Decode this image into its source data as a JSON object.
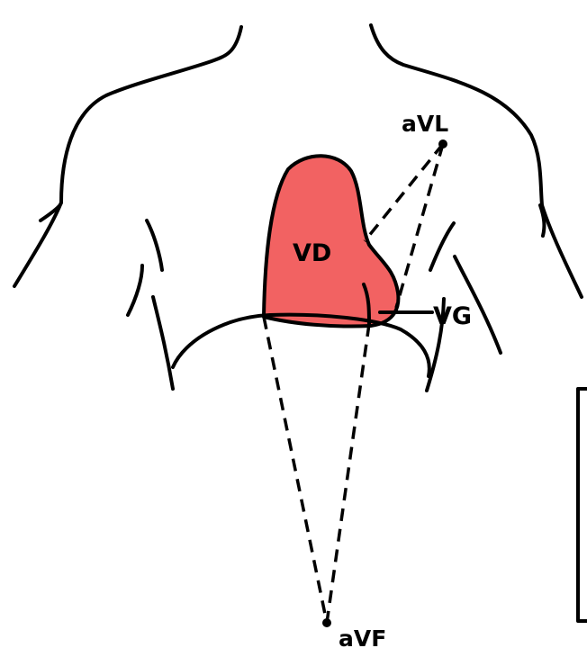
{
  "labels": {
    "avl": "aVL",
    "vd": "VD",
    "vg": "VG",
    "avf": "aVF"
  },
  "colors": {
    "heart_fill": "#f26262",
    "outline": "#000000",
    "background": "#ffffff"
  }
}
